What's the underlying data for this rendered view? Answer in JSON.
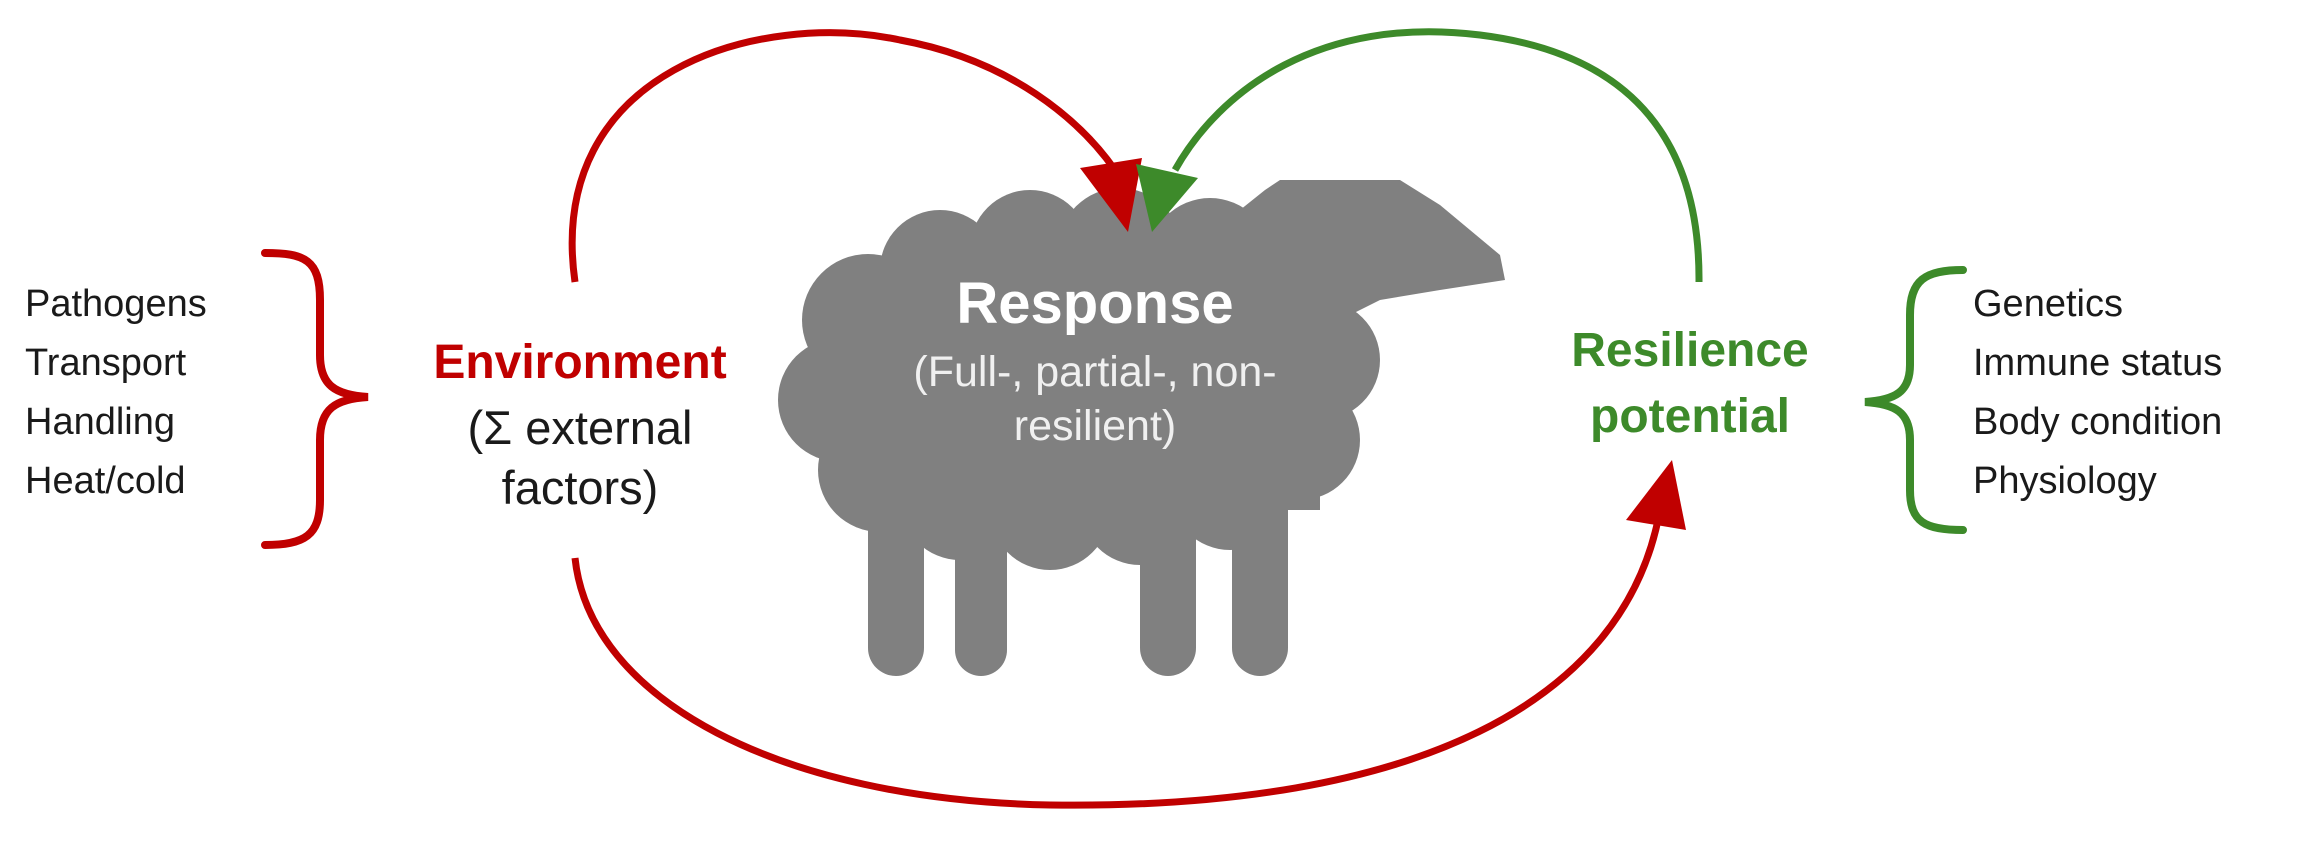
{
  "environment": {
    "title": "Environment",
    "subtitle_line1": "(Σ external",
    "subtitle_line2": "factors)",
    "factors": [
      "Pathogens",
      "Transport",
      "Handling",
      "Heat/cold"
    ],
    "color": "#c00000"
  },
  "resilience": {
    "title_line1": "Resilience",
    "title_line2": "potential",
    "factors": [
      "Genetics",
      "Immune status",
      "Body condition",
      "Physiology"
    ],
    "color": "#3d8a2a"
  },
  "response": {
    "title": "Response",
    "subtitle_line1": "(Full-, partial-, non-",
    "subtitle_line2": "resilient)",
    "sheep_color": "#808080"
  },
  "icons": {
    "sheep": "sheep-silhouette-icon",
    "env_bracket": "curly-brace-icon",
    "res_bracket": "curly-brace-icon"
  }
}
